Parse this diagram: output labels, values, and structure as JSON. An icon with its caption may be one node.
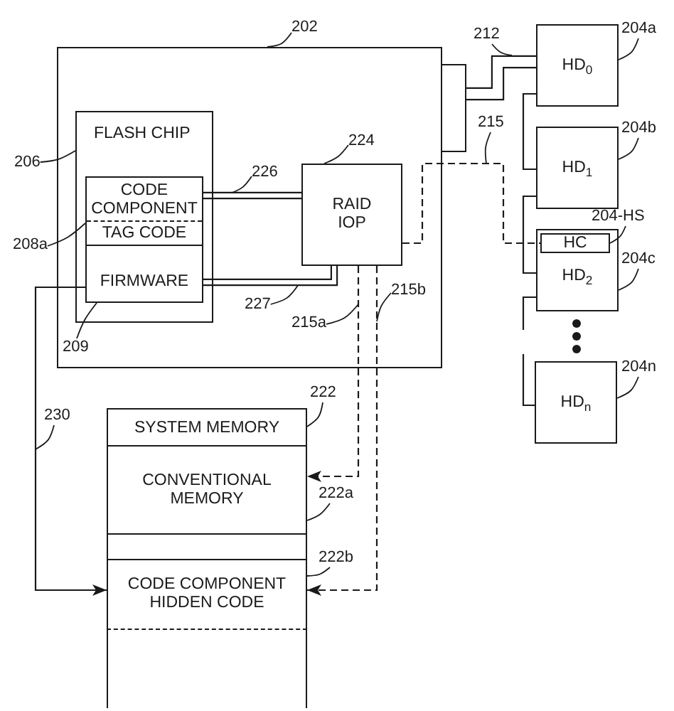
{
  "diagram": {
    "nodes": [
      {
        "text": [],
        "shape": "box"
      },
      {
        "text": [
          "FLASH CHIP"
        ],
        "in": 0
      },
      {
        "text": [
          "CODE COMPONENT",
          "TAG CODE"
        ],
        "in": 1
      },
      {
        "text": [
          "FIRMWARE"
        ],
        "in": 1
      },
      {
        "text": [
          "RAID IOP"
        ],
        "in": 0
      },
      {
        "text": [],
        "shape": "box"
      },
      {
        "text": [
          "HD$_{0}$"
        ]
      },
      {
        "text": [
          "HD$_{1}$"
        ]
      },
      {
        "text": [
          "HD$_{2}$"
        ]
      },
      {
        "text": [
          "HC"
        ],
        "in": 8
      },
      {
        "text": [
          "HD$_{n}$"
        ]
      },
      {
        "text": [
          "SYSTEM MEMORY"
        ]
      },
      {
        "text": [
          "CONVENTIONAL MEMORY"
        ],
        "in": 11
      },
      {
        "text": [
          "CODE COMPONENT HIDDEN CODE"
        ],
        "in": 11
      },
      {
        "text": [
          "202"
        ]
      },
      {
        "text": [
          "212"
        ]
      },
      {
        "text": [
          "204a"
        ]
      },
      {
        "text": [
          "215"
        ]
      },
      {
        "text": [
          "204b"
        ]
      },
      {
        "text": [
          "224"
        ],
        "in": 0
      },
      {
        "text": [
          "206"
        ]
      },
      {
        "text": [
          "226"
        ],
        "in": 0
      },
      {
        "text": [
          "204-HS"
        ]
      },
      {
        "text": [
          "208a"
        ]
      },
      {
        "text": [
          "204c"
        ]
      },
      {
        "text": [
          "215b"
        ],
        "in": 0
      },
      {
        "text": [
          "227"
        ],
        "in": 0
      },
      {
        "text": [
          "215a"
        ],
        "in": 0
      },
      {
        "text": [
          "209"
        ],
        "in": 0
      },
      {
        "text": [
          "204n"
        ]
      },
      {
        "text": [
          "222"
        ]
      },
      {
        "text": [
          "230"
        ]
      },
      {
        "text": [
          "222a"
        ]
      },
      {
        "text": [
          "222b"
        ]
      }
    ],
    "edges": [
      {
        "from": 2,
        "to": 4,
        "arrow": "none",
        "style": "thick"
      },
      {
        "from": 3,
        "to": 4,
        "arrow": "none",
        "style": "thick"
      },
      {
        "from": 5,
        "to": 6,
        "arrow": "none",
        "style": "thick"
      },
      {
        "from": 6,
        "to": 7,
        "arrow": "none"
      },
      {
        "from": 7,
        "to": 8,
        "arrow": "none"
      },
      {
        "from": 8,
        "to": null,
        "arrow": "none"
      },
      {
        "from": null,
        "to": 10,
        "arrow": "none"
      },
      {
        "from": 4,
        "to": 9,
        "arrow": "none",
        "style": "dashed"
      },
      {
        "from": 4,
        "to": 12,
        "arrow": "to",
        "style": "dashed"
      },
      {
        "from": 4,
        "to": 13,
        "arrow": "to",
        "style": "dashed"
      },
      {
        "from": 3,
        "to": 13,
        "arrow": "to"
      },
      {
        "from": 14,
        "to": 0,
        "arrow": "none"
      },
      {
        "from": 15,
        "to": null,
        "arrow": "none"
      },
      {
        "from": 16,
        "to": 6,
        "arrow": "none"
      },
      {
        "from": 17,
        "to": null,
        "arrow": "none"
      },
      {
        "from": 18,
        "to": 7,
        "arrow": "none"
      },
      {
        "from": 19,
        "to": 4,
        "arrow": "none"
      },
      {
        "from": 20,
        "to": 1,
        "arrow": "none"
      },
      {
        "from": 21,
        "to": null,
        "arrow": "none"
      },
      {
        "from": 22,
        "to": 9,
        "arrow": "none"
      },
      {
        "from": 23,
        "to": 2,
        "arrow": "none"
      },
      {
        "from": 24,
        "to": 8,
        "arrow": "none"
      },
      {
        "from": 25,
        "to": null,
        "arrow": "none"
      },
      {
        "from": 26,
        "to": null,
        "arrow": "none"
      },
      {
        "from": 27,
        "to": null,
        "arrow": "none"
      },
      {
        "from": 28,
        "to": 3,
        "arrow": "none"
      },
      {
        "from": 29,
        "to": 10,
        "arrow": "none"
      },
      {
        "from": 30,
        "to": 11,
        "arrow": "none"
      },
      {
        "from": 31,
        "to": null,
        "arrow": "none"
      },
      {
        "from": 32,
        "to": 12,
        "arrow": "none"
      },
      {
        "from": 33,
        "to": 13,
        "arrow": "none"
      }
    ]
  }
}
